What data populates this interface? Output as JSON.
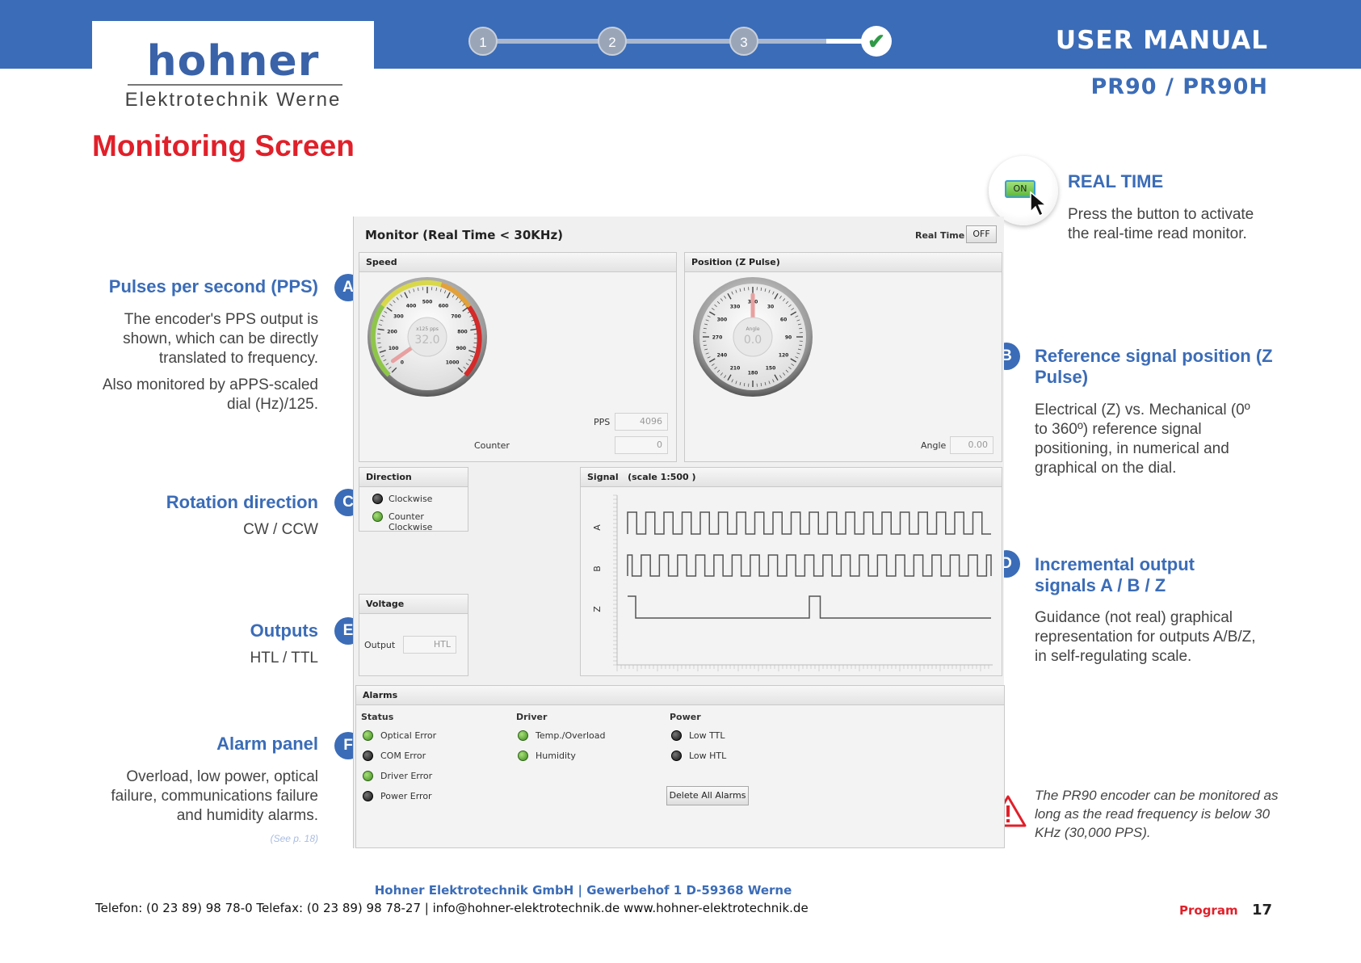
{
  "header": {
    "logo_word": "hohner",
    "logo_sub": "Elektrotechnik  Werne",
    "manual_title": "USER MANUAL",
    "model": "PR90 / PR90H",
    "steps": [
      "1",
      "2",
      "3"
    ],
    "progress": {
      "completed_steps": 3,
      "total_steps": 4
    }
  },
  "page_title": "Monitoring Screen",
  "left_annotations": {
    "pps": {
      "badge": "A",
      "title": "Pulses per second (PPS)",
      "text1": "The encoder's PPS output is shown, which can be directly translated to frequency.",
      "text2": "Also monitored by aPPS-scaled dial (Hz)/125."
    },
    "direction": {
      "badge": "C",
      "title": "Rotation direction",
      "text": "CW / CCW"
    },
    "outputs": {
      "badge": "E",
      "title": "Outputs",
      "text": "HTL / TTL"
    },
    "alarms": {
      "badge": "F",
      "title": "Alarm panel",
      "text": "Overload, low power, optical failure, communications failure and humidity alarms.",
      "ref": "(See p. 18)"
    }
  },
  "right_annotations": {
    "realtime": {
      "button": "ON",
      "title": "REAL TIME",
      "text": "Press the button to activate the real-time read monitor."
    },
    "zpulse": {
      "badge": "B",
      "title": "Reference signal position (Z Pulse)",
      "text": "Electrical (Z) vs. Mechanical (0º to 360º) reference signal positioning, in numerical and graphical on the dial."
    },
    "signals": {
      "badge": "D",
      "title": "Incremental output signals  A / B / Z",
      "text": "Guidance (not real) graphical representation for outputs A/B/Z, in self-regulating scale."
    },
    "note": "The PR90 encoder can be monitored as long as the read frequency is below 30 KHz (30,000 PPS)."
  },
  "monitor": {
    "title": "Monitor (Real Time < 30KHz)",
    "realtime_label": "Real Time",
    "realtime_state": "OFF",
    "speed": {
      "header": "Speed",
      "gauge_unit": "x125 pps",
      "gauge_value": "32.0",
      "gauge_labels": [
        "0",
        "100",
        "200",
        "300",
        "400",
        "500",
        "600",
        "700",
        "800",
        "900",
        "1000"
      ],
      "pps_label": "PPS",
      "pps_value": "4096",
      "counter_label": "Counter",
      "counter_value": "0"
    },
    "position": {
      "header": "Position (Z Pulse)",
      "gauge_unit": "Angle",
      "gauge_value": "0.0",
      "gauge_labels": [
        "330",
        "360",
        "30",
        "60",
        "90",
        "120",
        "150",
        "180",
        "210",
        "240",
        "270",
        "300"
      ],
      "angle_label": "Angle",
      "angle_value": "0.00"
    },
    "direction": {
      "header": "Direction",
      "items": [
        {
          "label": "Clockwise",
          "state": "off"
        },
        {
          "label": "Counter Clockwise",
          "state": "on"
        }
      ]
    },
    "voltage": {
      "header": "Voltage",
      "output_label": "Output",
      "output_value": "HTL"
    },
    "signal": {
      "header": "Signal",
      "scale": "(scale 1:500 )",
      "channels": [
        "A",
        "B",
        "Z"
      ],
      "a_periods": 20,
      "b_periods": 20,
      "b_phase": 0.25,
      "z_pulses": [
        0.5
      ],
      "z_pulse_width": 0.03
    },
    "alarms": {
      "header": "Alarms",
      "columns": [
        {
          "title": "Status",
          "items": [
            {
              "label": "Optical Error",
              "state": "on"
            },
            {
              "label": "COM Error",
              "state": "off"
            },
            {
              "label": "Driver Error",
              "state": "on"
            },
            {
              "label": "Power Error",
              "state": "off"
            }
          ]
        },
        {
          "title": "Driver",
          "items": [
            {
              "label": "Temp./Overload",
              "state": "on"
            },
            {
              "label": "Humidity",
              "state": "on"
            }
          ]
        },
        {
          "title": "Power",
          "items": [
            {
              "label": "Low TTL",
              "state": "off"
            },
            {
              "label": "Low HTL",
              "state": "off"
            }
          ]
        }
      ],
      "delete_button": "Delete All Alarms"
    }
  },
  "footer": {
    "company": "Hohner Elektrotechnik GmbH | Gewerbehof 1 D-59368 Werne",
    "contact": "Telefon: (0 23 89) 98 78-0 Telefax: (0 23 89) 98 78-27 | info@hohner-elektrotechnik.de www.hohner-elektrotechnik.de",
    "section": "Program",
    "page": "17"
  },
  "colors": {
    "brand_blue": "#3b6cb7",
    "title_red": "#e0202a",
    "led_green": "#5fb83a"
  }
}
